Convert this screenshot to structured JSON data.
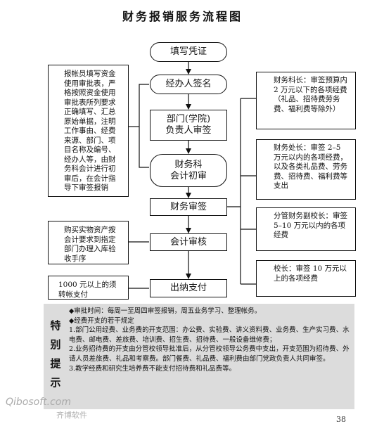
{
  "title": "财务报销服务流程图",
  "flow": {
    "steps": [
      "填写凭证",
      "经办人签名",
      "部门(学院)\n负责人审签",
      "财务科\n会计初审",
      "财务审签",
      "会计审核",
      "出纳支付"
    ]
  },
  "left_notes": [
    "报帐员填写资金使用审批表，严格按照资金使用审批表所列要求正确填写、汇总原始单据，注明工作事由、经费来源、部门、项目名称及编号、经办人等，由财务科会计进行初审后，在会计指导下审签报销",
    "购买实物资产按会计要求到指定部门办理入库验收手序",
    "1000 元以上的须转帐支付"
  ],
  "right_notes": [
    "财务科长：审签预算内 2 万元以下的各项经费（礼品、招待费劳务费、福利费等除外）",
    "财务处长：审签 2–5 万元以内的各项经费，以及各类礼品费、劳务费、招待费、福利费等支出",
    "分管财务副校长：审签 5–10 万元以内的各项经费",
    "校长：审签 10 万元以上的各项经费"
  ],
  "special": {
    "label": [
      "特",
      "别",
      "提",
      "示"
    ],
    "body": "◆审批时间：每周一至周四审签报销，周五业务学习、整理帐务。\n◆经费开支的若干规定\n1.部门公用经费、业务费的开支范围：办公费、实验费、讲义资料费、业务费、生产实习费、水电费、邮电费、差旅费、培训费、招生费、招待费、一般设备维修费；\n2.业务招待费的开支由分管校领导批准后，从分管校领导公务费中支出，开支范围为招待费、外请人员差旅费、礼品和考察费。部门餐费、礼品费、福利费由部门党政负责人共同审签。\n3.教学经费和研究生培养费不能支付招待费和礼品费等。"
  },
  "watermark": {
    "brand": "Qibosoft.com",
    "cn": "齐博软件"
  },
  "page_number": "38"
}
